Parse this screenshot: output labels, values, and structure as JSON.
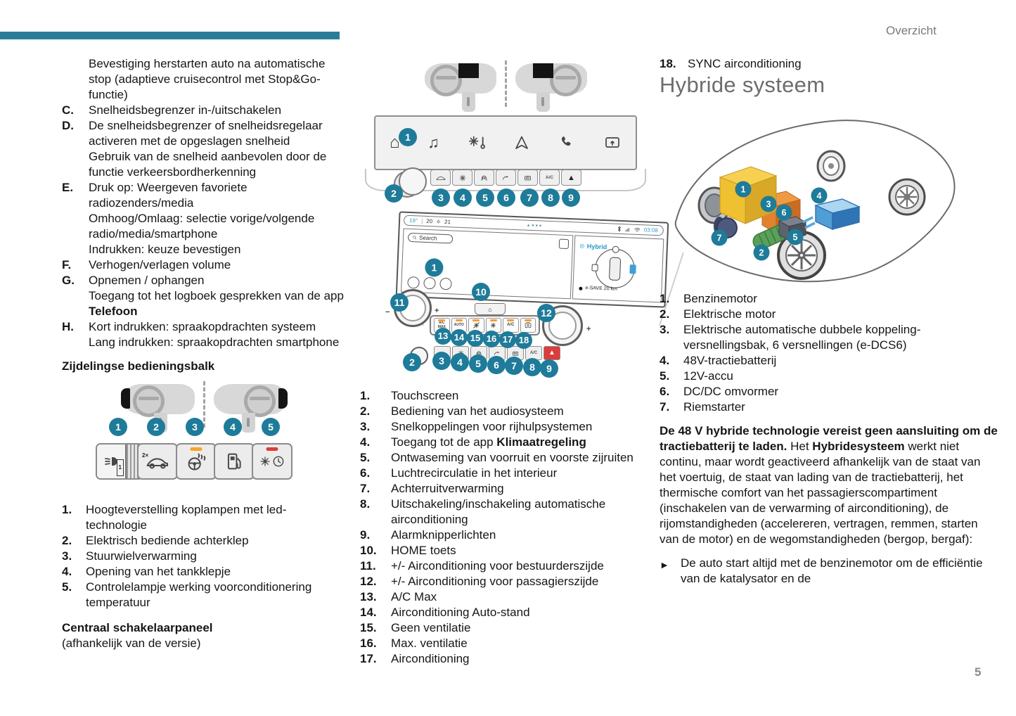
{
  "page": {
    "overzicht": "Overzicht",
    "page_number": "5"
  },
  "icons": {
    "home_glyph": "⌂",
    "music_glyph": "♫",
    "hazard_glyph": "▲"
  },
  "left": {
    "lettered": [
      {
        "m": "",
        "s1": "Bevestiging herstarten auto na automatische stop (adaptieve cruisecontrol met Stop&Go-functie)"
      },
      {
        "m": "C.",
        "s1": "Snelheidsbegrenzer in-/uitschakelen"
      },
      {
        "m": "D.",
        "s1": "De snelheidsbegrenzer of snelheidsregelaar activeren met de opgeslagen snelheid",
        "s2": "Gebruik van de snelheid aanbevolen door de functie verkeersbordherkenning"
      },
      {
        "m": "E.",
        "s1": "Druk op: Weergeven favoriete radiozenders/media",
        "s2": "Omhoog/Omlaag: selectie vorige/volgende radio/media/smartphone",
        "s3": "Indrukken: keuze bevestigen"
      },
      {
        "m": "F.",
        "s1": "Verhogen/verlagen volume"
      },
      {
        "m": "G.",
        "s1": "Opnemen / ophangen",
        "s2pre": "Toegang tot het logboek gesprekken van de app ",
        "s2b": "Telefoon"
      },
      {
        "m": "H.",
        "s1": "Kort indrukken: spraakopdrachten systeem",
        "s2": "Lang indrukken: spraakopdrachten smartphone"
      }
    ],
    "sidebar_heading": "Zijdelingse bedieningsbalk",
    "side_callouts": [
      "1",
      "2",
      "3",
      "4",
      "5"
    ],
    "icon1_label": "1",
    "icon2_label": "2×",
    "numbered": [
      {
        "m": "1.",
        "t": "Hoogteverstelling koplampen met led-technologie"
      },
      {
        "m": "2.",
        "t": "Elektrisch bediende achterklep"
      },
      {
        "m": "3.",
        "t": "Stuurwielverwarming"
      },
      {
        "m": "4.",
        "t": "Opening van het tankklepje"
      },
      {
        "m": "5.",
        "t": "Controlelampje werking voorconditionering temperatuur"
      }
    ],
    "central_heading": "Centraal schakelaarpaneel",
    "central_sub": "(afhankelijk van de versie)"
  },
  "middle": {
    "d1_callouts": [
      "1",
      "2",
      "3",
      "4",
      "5",
      "6",
      "7",
      "8",
      "9"
    ],
    "d2": {
      "callouts": [
        "1",
        "2",
        "3",
        "4",
        "5",
        "6",
        "7",
        "8",
        "9",
        "10",
        "11",
        "12",
        "13",
        "14",
        "15",
        "16",
        "17",
        "18"
      ],
      "search": "Search",
      "hybrid": "Hybrid",
      "esave": "e-SAVE 20 km",
      "time": "03:08",
      "temp1": "19°",
      "temp2": "20",
      "temp3": "21",
      "acmax": "A/C MAX",
      "auto": "AUTO",
      "ac": "A/C",
      "minus": "−",
      "plus": "+"
    },
    "numbered": [
      {
        "m": "1.",
        "t": "Touchscreen"
      },
      {
        "m": "2.",
        "t": "Bediening van het audiosysteem"
      },
      {
        "m": "3.",
        "t": "Snelkoppelingen voor rijhulpsystemen"
      },
      {
        "m": "4.",
        "pre": "Toegang tot de app ",
        "b": "Klimaatregeling"
      },
      {
        "m": "5.",
        "t": "Ontwaseming van voorruit en voorste zijruiten"
      },
      {
        "m": "6.",
        "t": "Luchtrecirculatie in het interieur"
      },
      {
        "m": "7.",
        "t": "Achterruitverwarming"
      },
      {
        "m": "8.",
        "t": "Uitschakeling/inschakeling automatische airconditioning"
      },
      {
        "m": "9.",
        "t": "Alarmknipperlichten"
      },
      {
        "m": "10.",
        "t": "HOME toets"
      },
      {
        "m": "11.",
        "t": "+/- Airconditioning voor bestuurderszijde"
      },
      {
        "m": "12.",
        "t": "+/- Airconditioning voor passagierszijde"
      },
      {
        "m": "13.",
        "t": "A/C Max"
      },
      {
        "m": "14.",
        "t": "Airconditioning Auto-stand"
      },
      {
        "m": "15.",
        "t": "Geen ventilatie"
      },
      {
        "m": "16.",
        "t": "Max. ventilatie"
      },
      {
        "m": "17.",
        "t": "Airconditioning"
      }
    ]
  },
  "right": {
    "item18": {
      "m": "18.",
      "t": "SYNC airconditioning"
    },
    "heading": "Hybride systeem",
    "car_callouts": [
      "1",
      "2",
      "3",
      "4",
      "5",
      "6",
      "7"
    ],
    "numbered": [
      {
        "m": "1.",
        "t": "Benzinemotor"
      },
      {
        "m": "2.",
        "t": "Elektrische motor"
      },
      {
        "m": "3.",
        "t": "Elektrische automatische dubbele koppeling-versnellingsbak, 6 versnellingen (e-DCS6)"
      },
      {
        "m": "4.",
        "t": "48V-tractiebatterij"
      },
      {
        "m": "5.",
        "t": "12V-accu"
      },
      {
        "m": "6.",
        "t": "DC/DC omvormer"
      },
      {
        "m": "7.",
        "t": "Riemstarter"
      }
    ],
    "para": {
      "b1": "De 48 V hybride technologie vereist geen aansluiting om de tractiebatterij te laden.",
      "t1": " Het ",
      "b2": "Hybridesysteem",
      "t2": " werkt niet continu, maar wordt geactiveerd afhankelijk van de staat van het voertuig, de staat van lading van de tractiebatterij, het thermische comfort van het passagierscompartiment (inschakelen van de verwarming of airconditioning), de rijomstandigheden (accelereren, vertragen, remmen, starten van de motor) en de wegomstandigheden (bergop, bergaf):"
    },
    "bullet": {
      "arrow": "►",
      "t": "De auto start altijd met de benzinemotor om de efficiëntie van de katalysator en de"
    }
  }
}
